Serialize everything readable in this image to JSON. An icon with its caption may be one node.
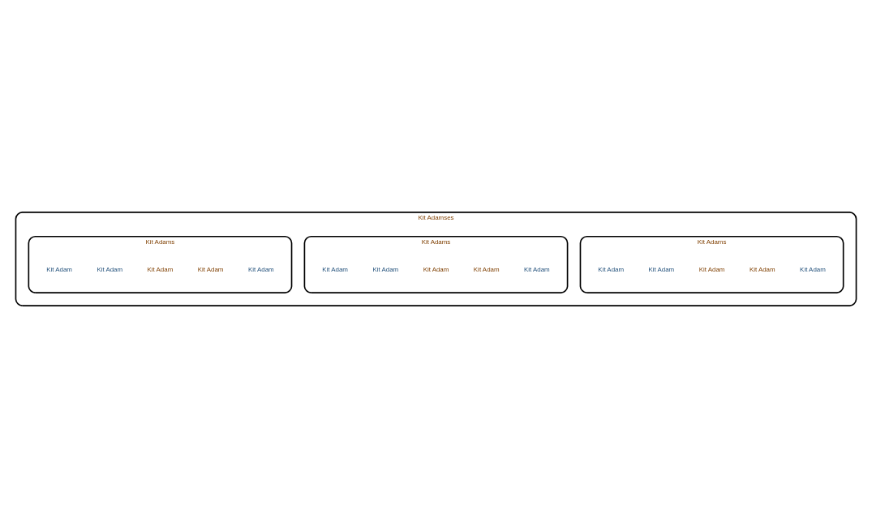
{
  "diagram": {
    "nodes": [
      {
        "text": [
          "Kit Adamses"
        ]
      },
      {
        "text": [
          "Kit Adams"
        ],
        "in": 0
      },
      {
        "text": [
          "Kit Adam"
        ],
        "in": 1
      },
      {
        "text": [
          "Kit Adam"
        ],
        "in": 1
      },
      {
        "text": [
          "Kit Adam"
        ],
        "in": 1
      },
      {
        "text": [
          "Kit Adam"
        ],
        "in": 1
      },
      {
        "text": [
          "Kit Adam"
        ],
        "in": 1
      },
      {
        "text": [
          "Kit Adams"
        ],
        "in": 0
      },
      {
        "text": [
          "Kit Adam"
        ],
        "in": 7
      },
      {
        "text": [
          "Kit Adam"
        ],
        "in": 7
      },
      {
        "text": [
          "Kit Adam"
        ],
        "in": 7
      },
      {
        "text": [
          "Kit Adam"
        ],
        "in": 7
      },
      {
        "text": [
          "Kit Adam"
        ],
        "in": 7
      },
      {
        "text": [
          "Kit Adams"
        ],
        "in": 0
      },
      {
        "text": [
          "Kit Adam"
        ],
        "in": 13
      },
      {
        "text": [
          "Kit Adam"
        ],
        "in": 13
      },
      {
        "text": [
          "Kit Adam"
        ],
        "in": 13
      },
      {
        "text": [
          "Kit Adam"
        ],
        "in": 13
      },
      {
        "text": [
          "Kit Adam"
        ],
        "in": 13
      }
    ],
    "edges": []
  }
}
